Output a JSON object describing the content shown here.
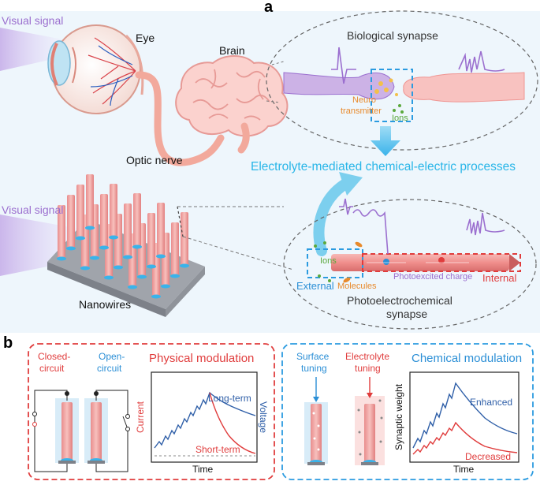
{
  "panel_a": {
    "letter": "a",
    "visual_signal_top": "Visual signal",
    "visual_signal_bottom": "Visual signal",
    "eye": "Eye",
    "brain": "Brain",
    "optic_nerve": "Optic nerve",
    "biological_synapse": "Biological synapse",
    "neuro_line1": "Neuro",
    "neuro_line2": "transmitter",
    "ions_top": "Ions",
    "process": "Electrolyte-mediated chemical-electric processes",
    "nanowires": "Nanowires",
    "ions_bottom": "Ions",
    "external": "External",
    "molecules": "Molecules",
    "photoexcited_charge": "Photoexcited charge",
    "internal": "Internal",
    "pec_line1": "Photoelectrochemical",
    "pec_line2": "synapse"
  },
  "panel_b": {
    "letter": "b",
    "closed_line1": "Closed-",
    "closed_line2": "circuit",
    "open_line1": "Open-",
    "open_line2": "circuit",
    "physical_title": "Physical modulation",
    "phys_ylabel_left": "Current",
    "phys_ylabel_right": "Voltage",
    "long_term": "Long-term",
    "short_term": "Short-term",
    "phys_xlabel": "Time",
    "surface_line1": "Surface",
    "surface_line2": "tuning",
    "electrolyte_line1": "Electrolyte",
    "electrolyte_line2": "tuning",
    "chemical_title": "Chemical modulation",
    "chem_ylabel": "Synaptic weight",
    "enhanced": "Enhanced",
    "decreased": "Decreased",
    "chem_xlabel": "Time"
  },
  "colors": {
    "blue": "#2b8fd6",
    "red": "#e03c3c",
    "purple": "#9b6fcf",
    "cyan_text": "#29b6e8",
    "orange": "#e88a2c",
    "green": "#5aa83c"
  }
}
